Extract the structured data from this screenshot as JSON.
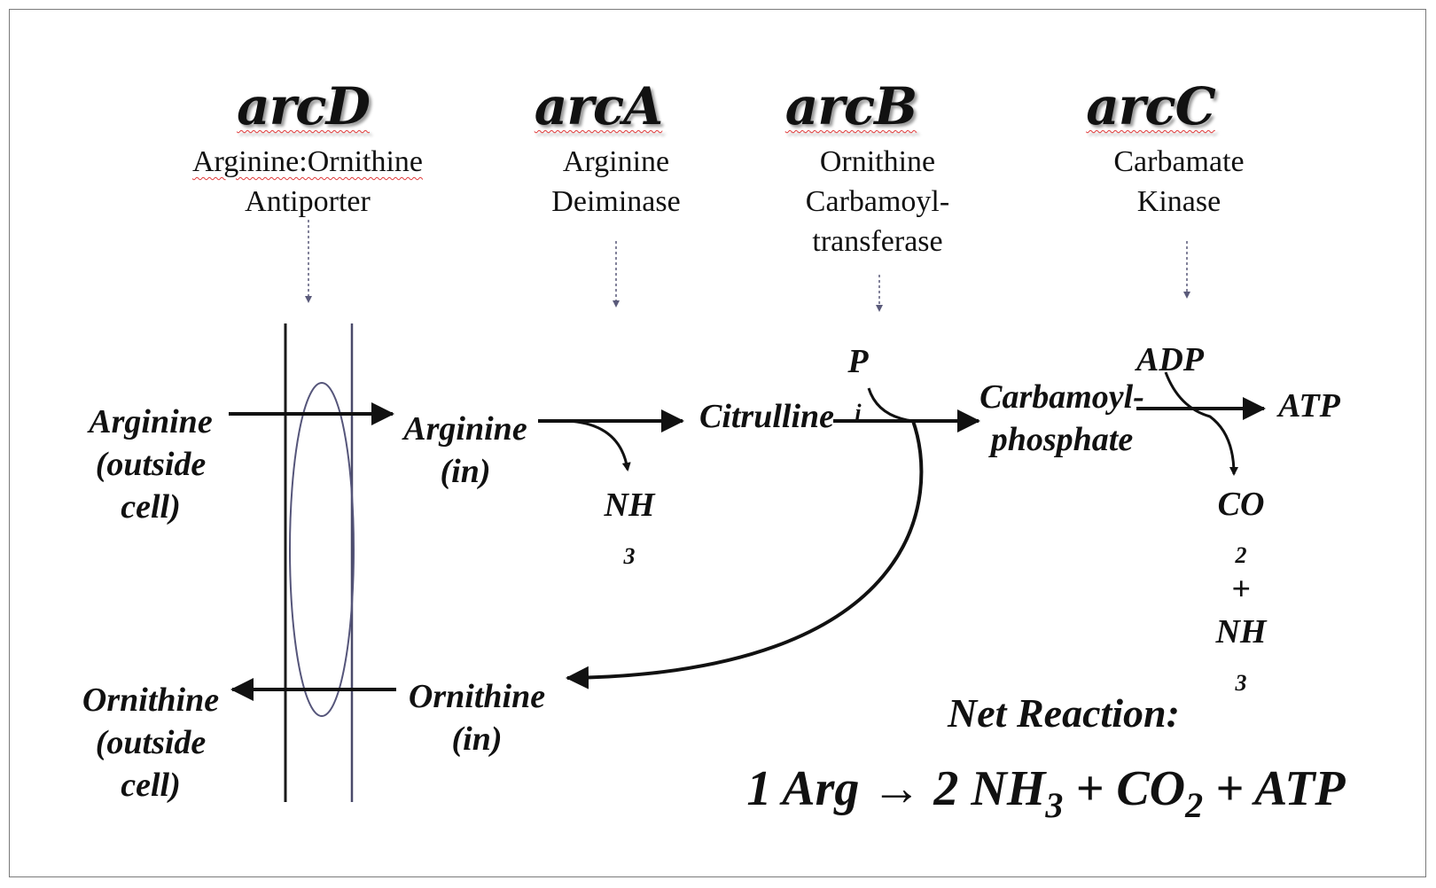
{
  "genes": [
    {
      "name": "arcD",
      "enzyme_lines": [
        "Arginine:Ornithine",
        "Antiporter"
      ]
    },
    {
      "name": "arcA",
      "enzyme_lines": [
        "Arginine",
        "Deiminase"
      ]
    },
    {
      "name": "arcB",
      "enzyme_lines": [
        "Ornithine",
        "Carbamoyl-",
        "transferase"
      ]
    },
    {
      "name": "arcC",
      "enzyme_lines": [
        "Carbamate",
        "Kinase"
      ]
    }
  ],
  "molecules": {
    "arginine_outside": [
      "Arginine",
      "(outside",
      "cell)"
    ],
    "arginine_in": [
      "Arginine",
      "(in)"
    ],
    "citrulline": "Citrulline",
    "carbamoyl_phosphate": [
      "Carbamoyl-",
      "phosphate"
    ],
    "atp": "ATP",
    "adp": "ADP",
    "pi": {
      "base": "P",
      "sub": "i"
    },
    "nh3_a": {
      "base": "NH",
      "sub": "3"
    },
    "co2_group": {
      "co": "CO",
      "co_sub": "2",
      "plus": "+",
      "nh": "NH",
      "nh_sub": "3"
    },
    "ornithine_in": [
      "Ornithine",
      "(in)"
    ],
    "ornithine_outside": [
      "Ornithine",
      "(outside",
      "cell)"
    ]
  },
  "net_reaction": {
    "title": "Net Reaction:",
    "eq_part1": "1 Arg ",
    "arrow": "→",
    "eq_part2": " 2 NH",
    "sub1": "3",
    "eq_part3": " + CO",
    "sub2": "2",
    "eq_part4": " + ATP"
  },
  "colors": {
    "arrow": "#111111",
    "membrane": "#1a1a1a",
    "membrane_inner": "#4a4a6a",
    "transporter": "#55557a",
    "dotted": "#5a5a7a"
  }
}
